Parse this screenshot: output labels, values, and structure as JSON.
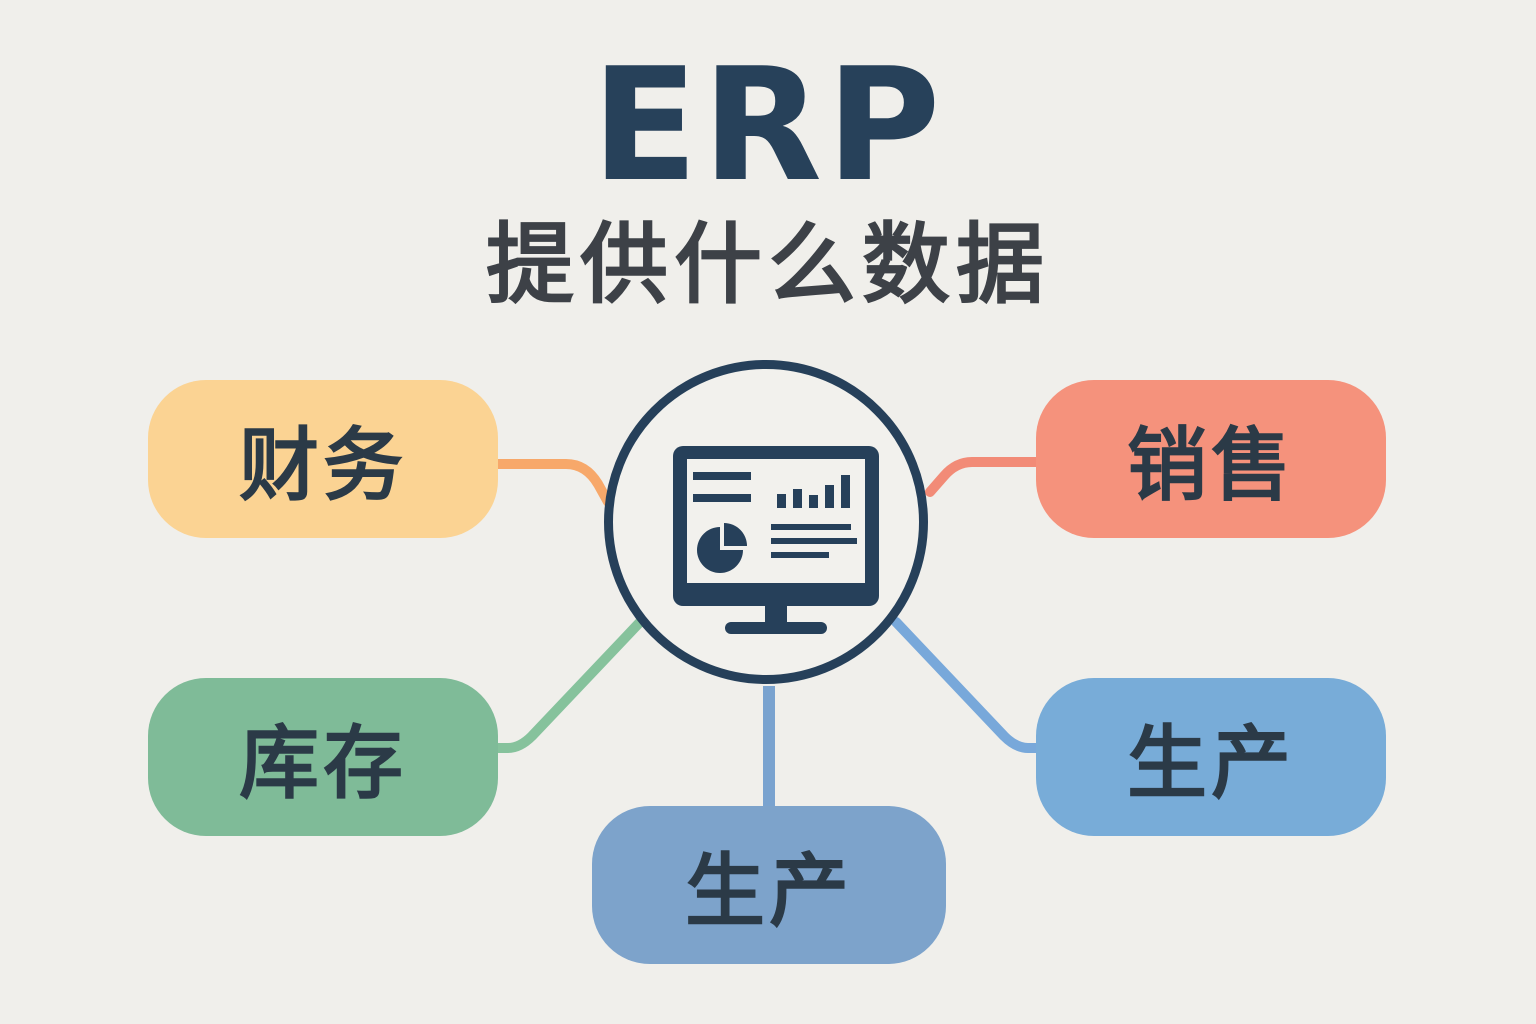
{
  "title": "ERP",
  "subtitle": "提供什么数据",
  "hub": {
    "icon": "monitor-dashboard-icon"
  },
  "nodes": {
    "finance": {
      "label": "财务",
      "color": "#fbd393",
      "link_color": "#f7a86a"
    },
    "sales": {
      "label": "销售",
      "color": "#f5927c",
      "link_color": "#f28b77"
    },
    "inventory": {
      "label": "库存",
      "color": "#7fbb98",
      "link_color": "#86c29c"
    },
    "production_right": {
      "label": "生产",
      "color": "#78acd8",
      "link_color": "#78a8da"
    },
    "production_bottom": {
      "label": "生产",
      "color": "#7da3cb",
      "link_color": "#7aa3cf"
    }
  },
  "colors": {
    "background": "#f0efeb",
    "primary": "#27415a",
    "subtitle_text": "#3d4147"
  }
}
